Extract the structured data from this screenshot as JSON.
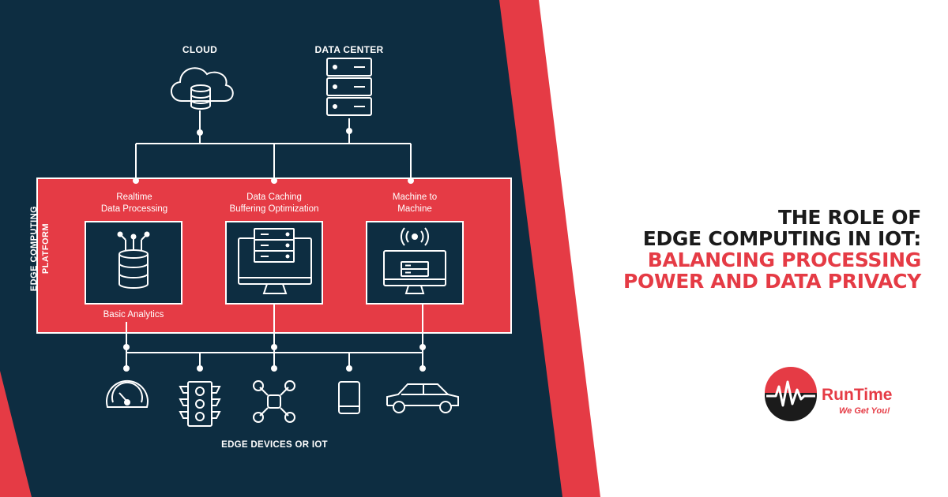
{
  "diagram": {
    "top_nodes": [
      {
        "label": "CLOUD",
        "icon": "cloud-database-icon"
      },
      {
        "label": "DATA CENTER",
        "icon": "server-rack-icon"
      }
    ],
    "platform": {
      "label_line1": "EDGE COMPUTING",
      "label_line2": "PLATFORM",
      "services": [
        {
          "line1": "Realtime",
          "line2": "Data Processing",
          "icon": "database-circuit-icon"
        },
        {
          "line1": "Data Caching",
          "line2": "Buffering Optimization",
          "icon": "server-monitor-icon"
        },
        {
          "line1": "Machine to",
          "line2": "Machine",
          "icon": "wireless-monitor-icon"
        }
      ],
      "analytics_label": "Basic Analytics"
    },
    "devices_label": "EDGE DEVICES OR IOT",
    "devices": [
      "gauge-icon",
      "traffic-light-icon",
      "drone-icon",
      "smartphone-icon",
      "car-icon"
    ]
  },
  "headline": {
    "line1": "THE ROLE OF",
    "line2": "EDGE COMPUTING IN IOT:",
    "line3": "BALANCING PROCESSING",
    "line4": "POWER AND DATA PRIVACY"
  },
  "logo": {
    "name": "RunTime",
    "tagline": "We Get You!"
  },
  "colors": {
    "navy": "#0d2d41",
    "red": "#e53b45",
    "white": "#ffffff",
    "dark_text": "#1b1b1b"
  }
}
